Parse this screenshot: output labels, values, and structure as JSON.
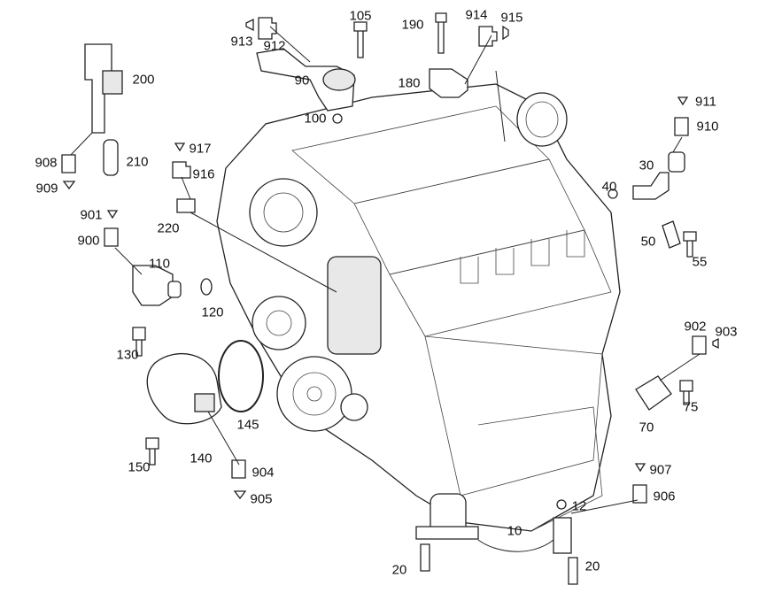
{
  "diagram": {
    "type": "exploded parts view",
    "labels": [
      "105",
      "190",
      "914",
      "915",
      "913",
      "912",
      "90",
      "180",
      "200",
      "100",
      "911",
      "910",
      "908",
      "210",
      "909",
      "917",
      "916",
      "30",
      "40",
      "901",
      "220",
      "900",
      "50",
      "55",
      "110",
      "120",
      "902",
      "903",
      "130",
      "75",
      "145",
      "70",
      "150",
      "140",
      "904",
      "907",
      "905",
      "906",
      "12",
      "10",
      "20",
      "20"
    ]
  }
}
